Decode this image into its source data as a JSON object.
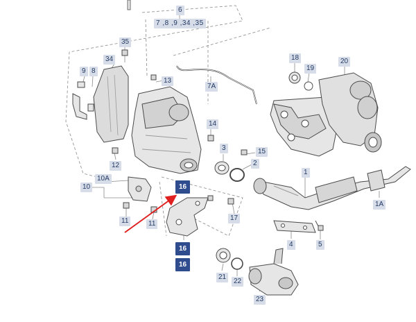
{
  "callouts": {
    "c1": "1",
    "c1A": "1A",
    "c2": "2",
    "c3": "3",
    "c4": "4",
    "c5": "5",
    "c6": "6",
    "c6_range": "7 ,8 ,9 ,34 ,35",
    "c7A": "7A",
    "c8": "8",
    "c9": "9",
    "c10": "10",
    "c10A": "10A",
    "c11a": "11",
    "c11b": "11",
    "c12": "12",
    "c13": "13",
    "c14": "14",
    "c15": "15",
    "c16a": "16",
    "c16b": "16",
    "c16c": "16",
    "c17": "17",
    "c18": "18",
    "c19": "19",
    "c20": "20",
    "c21": "21",
    "c22": "22",
    "c23": "23",
    "c34": "34",
    "c35": "35"
  },
  "colors": {
    "callout_bg": "#d7dde8",
    "callout_text": "#233a63",
    "highlight_bg": "#2f4c8f",
    "arrow": "#e02020",
    "line": "#8a8a8a",
    "part_stroke": "#4a4a4a",
    "part_fill": "#e6e6e6"
  }
}
